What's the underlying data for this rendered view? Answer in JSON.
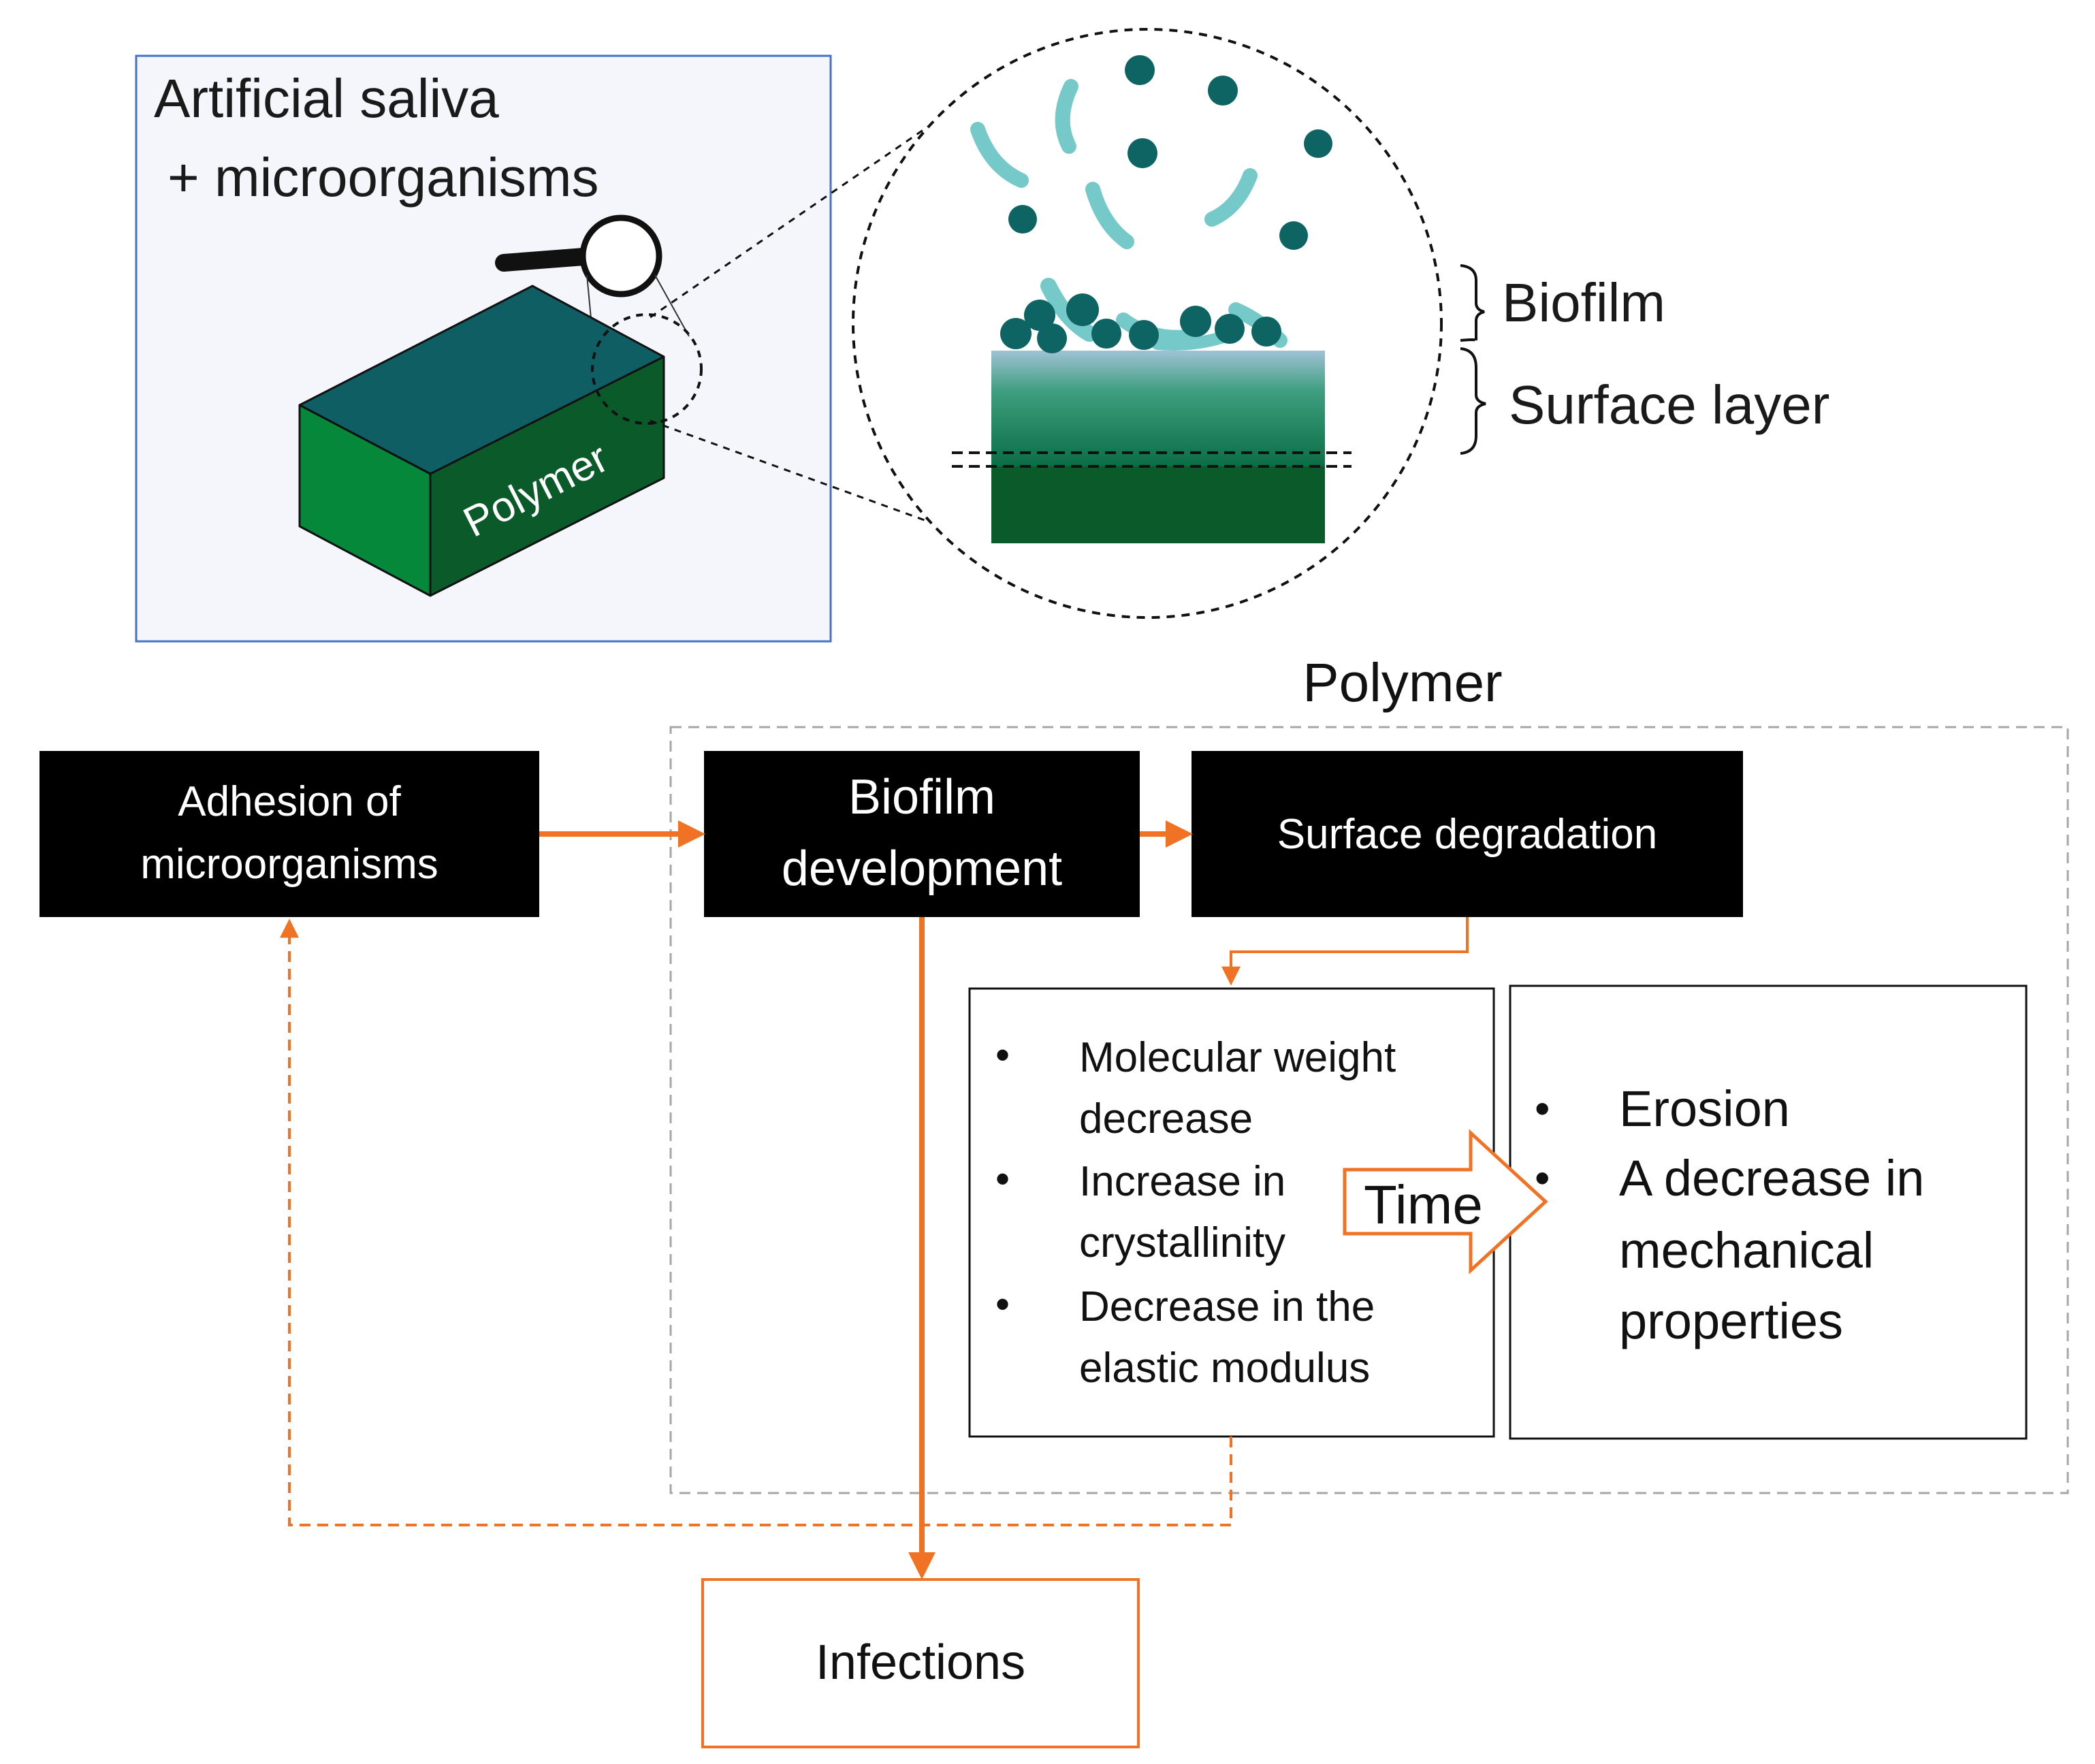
{
  "colors": {
    "accent": "#F07325",
    "box_fill": "#000000",
    "box_text": "#FFFFFF",
    "panel_fill": "#F4F6FB",
    "panel_border": "#4472C4",
    "polymer_top": "#0F5E63",
    "polymer_front": "#06883A",
    "polymer_side": "#0B5B2A",
    "microbe_dark": "#0E6463",
    "microbe_light": "#75C9C9",
    "dashed_grey": "#A6A6A6"
  },
  "illustration": {
    "panel_title_line1": "Artificial saliva",
    "panel_title_line2": "+ microorganisms",
    "block_label": "Polymer",
    "zoom_labels": {
      "biofilm": "Biofilm",
      "surface_layer": "Surface layer"
    },
    "icons": [
      "magnifier-icon",
      "polymer-block-icon",
      "zoom-circle-icon",
      "microbe-icon"
    ]
  },
  "flow": {
    "polymer_region_label": "Polymer",
    "boxes": {
      "adhesion": [
        "Adhesion of",
        "microorganisms"
      ],
      "biofilm": [
        "Biofilm",
        "development"
      ],
      "degradation": [
        "Surface degradation"
      ],
      "infections": [
        "Infections"
      ]
    },
    "effects_early": [
      [
        "Molecular weight",
        "decrease"
      ],
      [
        "Increase in",
        "crystallinity"
      ],
      [
        "Decrease in the",
        "elastic modulus"
      ]
    ],
    "effects_late": [
      [
        "Erosion"
      ],
      [
        "A decrease in",
        "mechanical",
        "properties"
      ]
    ],
    "time_arrow_label": "Time",
    "bullet_glyph": "•"
  }
}
